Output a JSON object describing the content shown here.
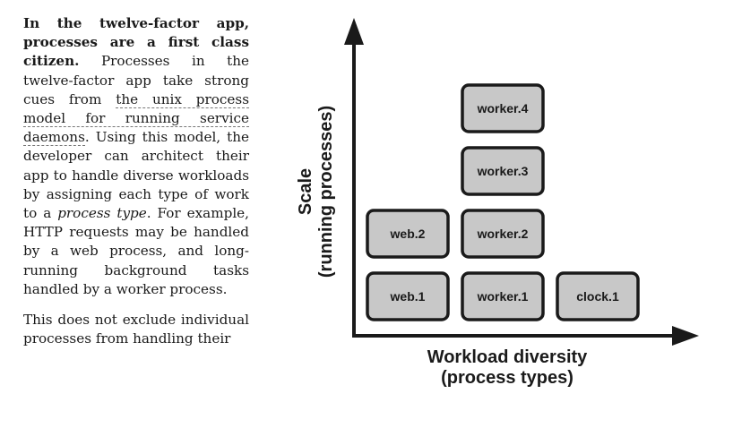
{
  "article": {
    "p1": {
      "lead": "In the twelve-factor app, processes are a first class citizen.",
      "t1": " Processes in the twelve-factor app take strong cues from ",
      "link": "the unix process model for running service daemons",
      "t2": ". Using this model, the developer can architect their app to handle diverse workloads by assigning each type of work to a ",
      "em": "process type",
      "t3": ". For example, HTTP requests may be handled by a web process, and long-running background tasks handled by a worker process."
    },
    "p2": "This does not exclude individual processes from handling their"
  },
  "figure": {
    "y_axis": {
      "line1": "Scale",
      "line2": "(running processes)"
    },
    "x_axis": {
      "line1": "Workload diversity",
      "line2": "(process types)"
    },
    "columns": [
      {
        "type": "web",
        "processes": [
          "web.1",
          "web.2"
        ]
      },
      {
        "type": "worker",
        "processes": [
          "worker.1",
          "worker.2",
          "worker.3",
          "worker.4"
        ]
      },
      {
        "type": "clock",
        "processes": [
          "clock.1"
        ]
      }
    ],
    "colors": {
      "box_fill": "#c8c8c8",
      "box_stroke": "#1a1a1a",
      "axis": "#1a1a1a"
    }
  }
}
